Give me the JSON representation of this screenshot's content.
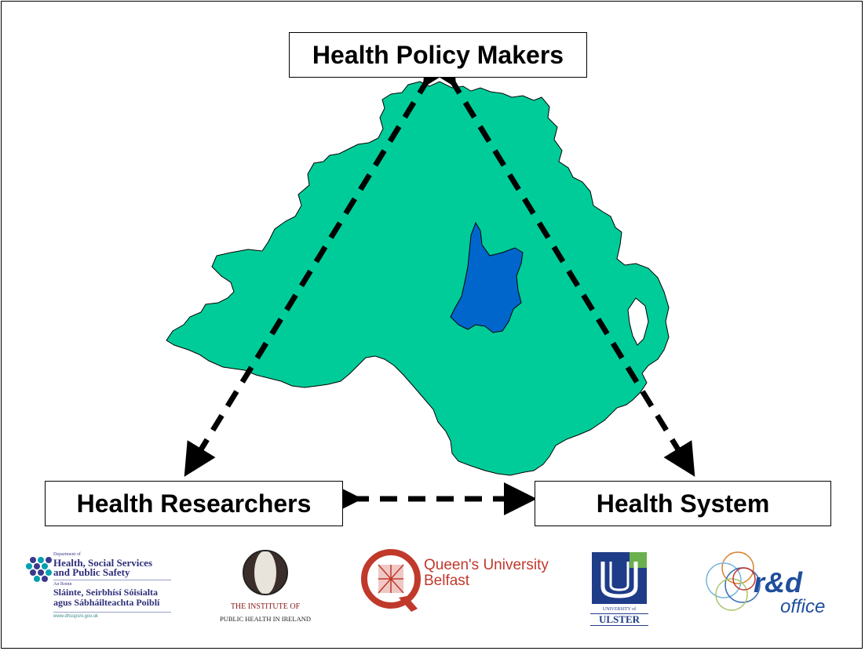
{
  "boxes": {
    "top": "Health Policy Makers",
    "left": "Health Researchers",
    "right": "Health System"
  },
  "colors": {
    "land": "#00cc99",
    "lake": "#0066cc",
    "arrow": "#000000"
  },
  "logos": {
    "dhssps": {
      "line1": "Department of",
      "line2": "Health, Social Services",
      "line3": "and Public Safety",
      "line4": "An Roinn",
      "line5": "Sláinte, Seirbhísí Sóisialta",
      "line6": "agus Sábháilteachta Poiblí",
      "url": "www.dhsspsni.gov.uk",
      "color": "#3a3a8c"
    },
    "iph": {
      "line1": "THE INSTITUTE OF",
      "line2": "PUBLIC HEALTH IN IRELAND",
      "color": "#8b1a1a"
    },
    "queens": {
      "line1": "Queen's University",
      "line2": "Belfast",
      "color": "#c0392b"
    },
    "ulster": {
      "line1": "UNIVERSITY of",
      "line2": "ULSTER",
      "color": "#1f3c88"
    },
    "rd": {
      "line1": "r&d",
      "line2": "office",
      "color": "#1f4e9c"
    }
  }
}
